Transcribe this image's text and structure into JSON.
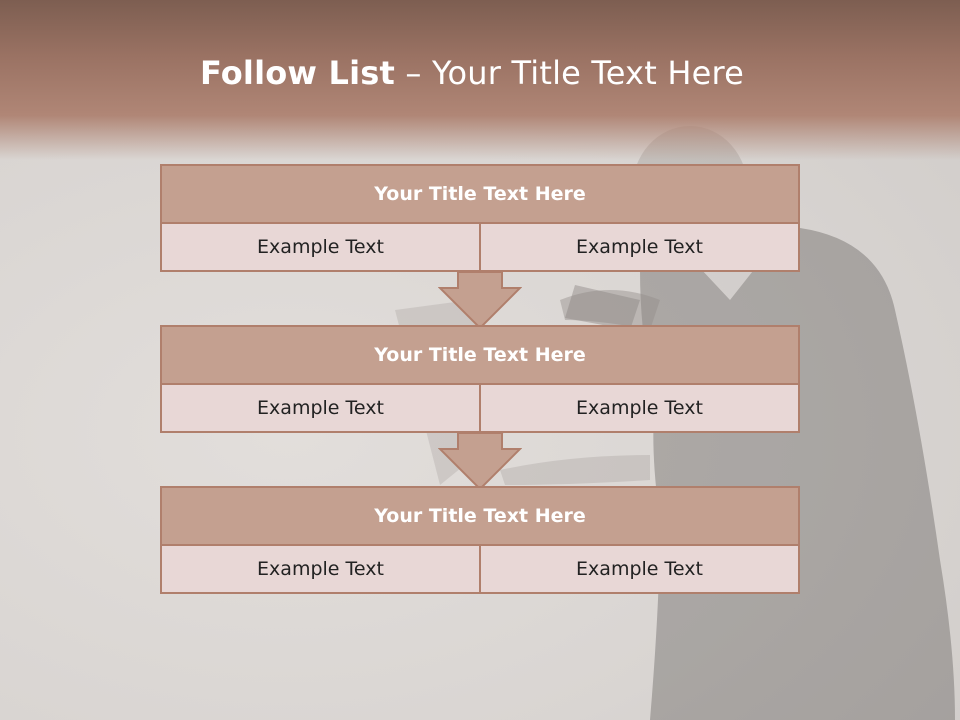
{
  "slide": {
    "title_bold": "Follow List",
    "title_rest": " – Your Title Text Here"
  },
  "steps": [
    {
      "title": "Your Title Text Here",
      "left": "Example Text",
      "right": "Example Text"
    },
    {
      "title": "Your Title Text Here",
      "left": "Example Text",
      "right": "Example Text"
    },
    {
      "title": "Your Title Text Here",
      "left": "Example Text",
      "right": "Example Text"
    }
  ],
  "colors": {
    "header": "#9a7263",
    "box_head": "#c4a090",
    "box_body": "#e8d7d6",
    "border": "#b07f6c"
  },
  "icons": [
    "down-arrow-icon",
    "person-silhouette-image"
  ]
}
